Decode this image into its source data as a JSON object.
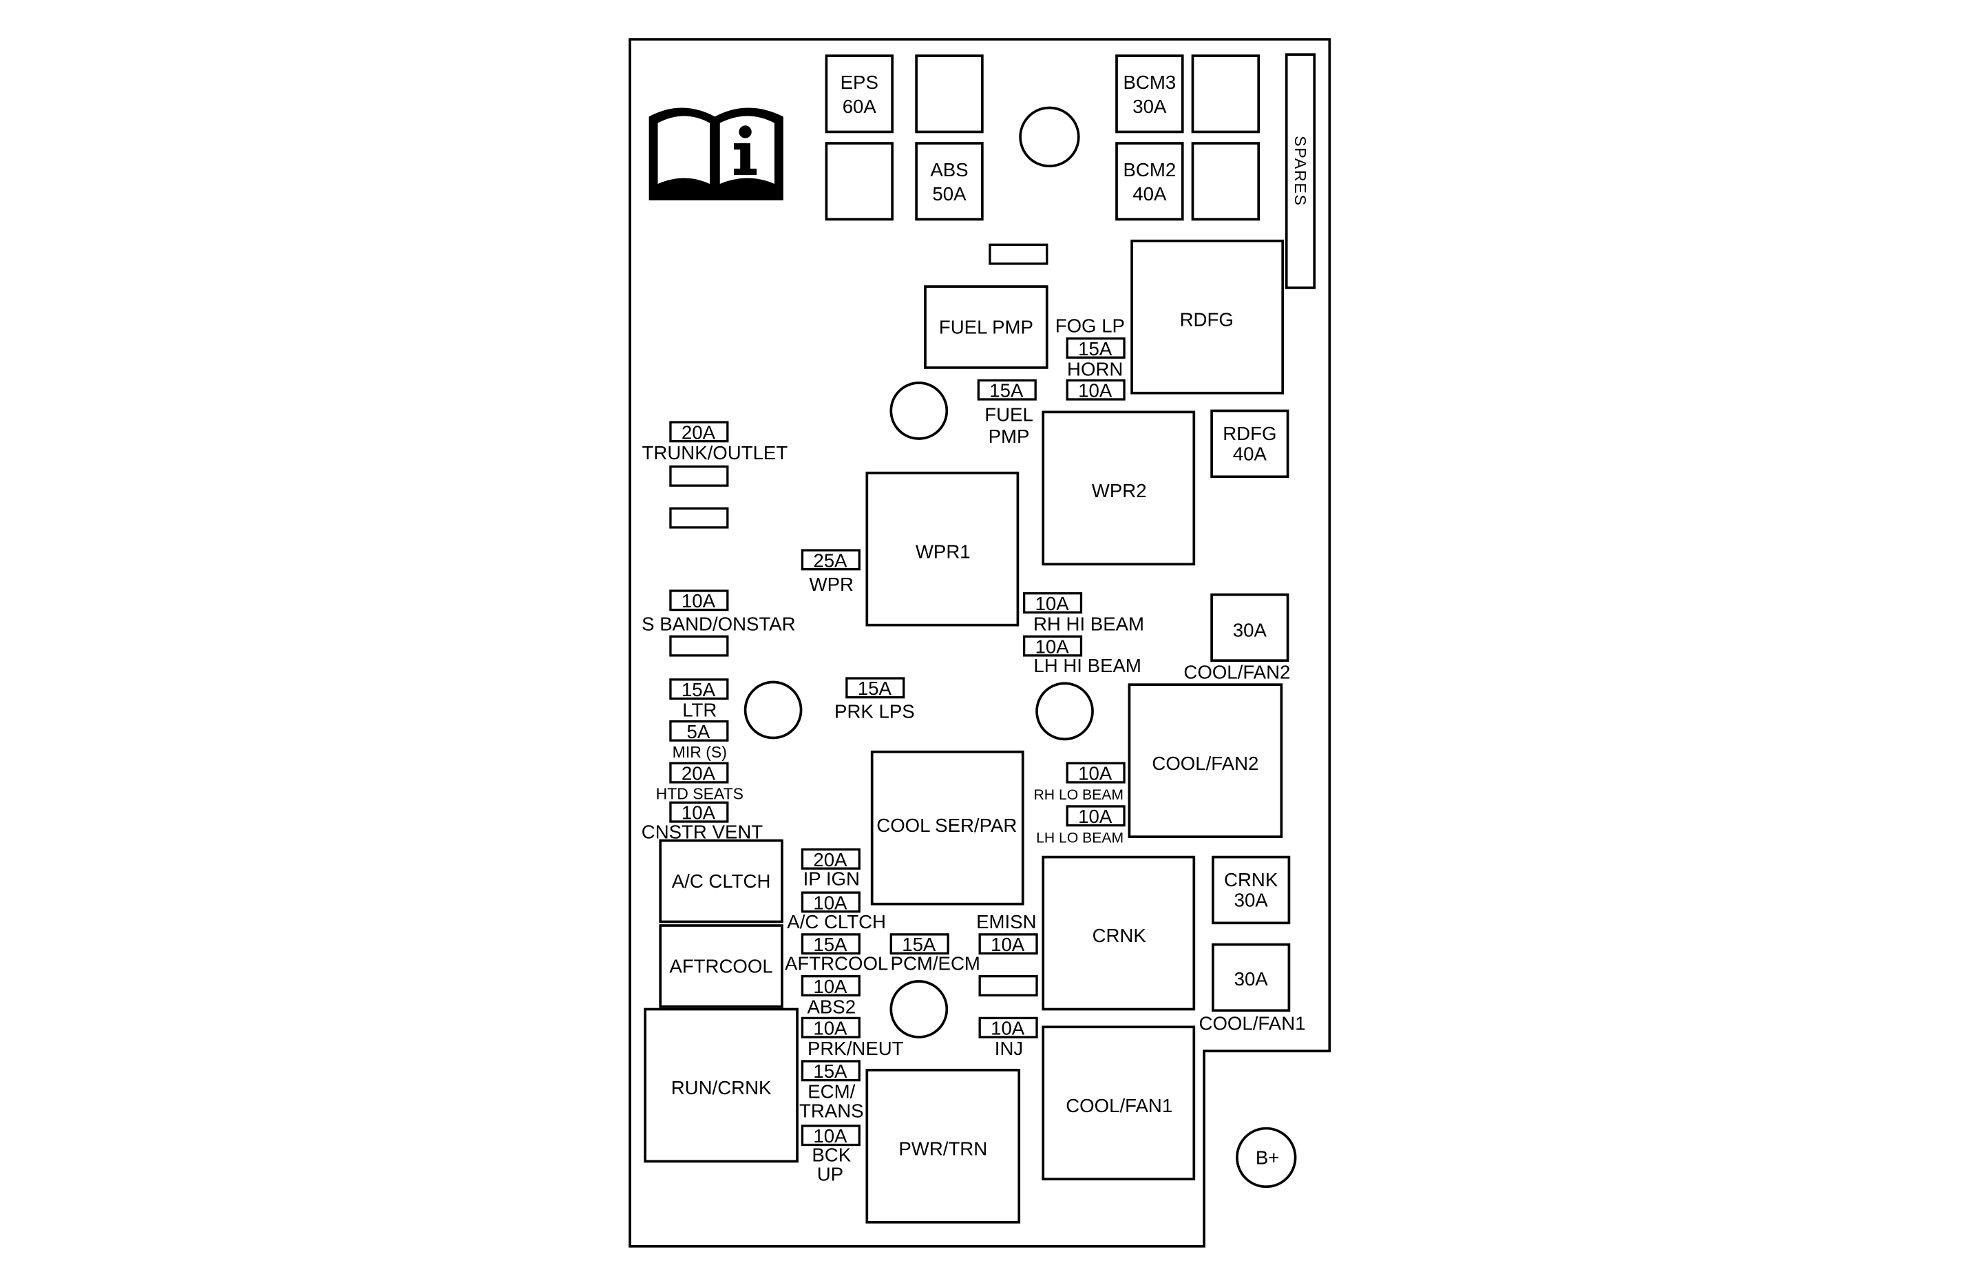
{
  "colors": {
    "line": "#000000",
    "background": "#ffffff"
  },
  "icon": "owners-manual-info-icon",
  "terminal": "B+",
  "spares": "SPARES",
  "cartridge_fuses": {
    "eps": [
      "EPS",
      "60A"
    ],
    "abs": [
      "ABS",
      "50A"
    ],
    "bcm3": [
      "BCM3",
      "30A"
    ],
    "bcm2": [
      "BCM2",
      "40A"
    ],
    "rdfg": [
      "RDFG",
      "40A"
    ],
    "coolfan2": "30A",
    "crnk": [
      "CRNK",
      "30A"
    ],
    "coolfan1": "30A"
  },
  "relays": {
    "fuel_pmp": "FUEL PMP",
    "rdfg": "RDFG",
    "wpr2": "WPR2",
    "wpr1": "WPR1",
    "cool_fan2": "COOL/FAN2",
    "cool_ser_par": "COOL SER/PAR",
    "ac_cltch": "A/C CLTCH",
    "aftrcool": "AFTRCOOL",
    "crnk": "CRNK",
    "run_crnk": "RUN/CRNK",
    "cool_fan1": "COOL/FAN1",
    "pwr_trn": "PWR/TRN"
  },
  "mini_fuses": {
    "trunk_outlet": {
      "rating": "20A",
      "label": "TRUNK/OUTLET"
    },
    "s_band": {
      "rating": "10A",
      "label": "S BAND/ONSTAR"
    },
    "ltr": {
      "rating": "15A",
      "label": "LTR"
    },
    "mir": {
      "rating": "5A",
      "label": "MIR (S)"
    },
    "htd_seats": {
      "rating": "20A",
      "label": "HTD SEATS"
    },
    "cnstr_vent": {
      "rating": "10A",
      "label": "CNSTR VENT"
    },
    "wpr": {
      "rating": "25A",
      "label": "WPR"
    },
    "prk_lps": {
      "rating": "15A",
      "label": "PRK LPS"
    },
    "fuel_pmp": {
      "rating": "15A",
      "label": [
        "FUEL",
        "PMP"
      ]
    },
    "fog_lp": {
      "rating": "15A",
      "label": "FOG LP"
    },
    "horn": {
      "rating": "10A",
      "label": "HORN"
    },
    "rh_hi_beam": {
      "rating": "10A",
      "label": "RH HI BEAM"
    },
    "lh_hi_beam": {
      "rating": "10A",
      "label": "LH HI BEAM"
    },
    "rh_lo_beam": {
      "rating": "10A",
      "label": "RH LO BEAM"
    },
    "lh_lo_beam": {
      "rating": "10A",
      "label": "LH LO BEAM"
    },
    "ip_ign": {
      "rating": "20A",
      "label": "IP IGN"
    },
    "ac_cltch": {
      "rating": "10A",
      "label": "A/C CLTCH"
    },
    "aftrcool": {
      "rating": "15A",
      "label": "AFTRCOOL"
    },
    "pcm_ecm": {
      "rating": "15A",
      "label": "PCM/ECM"
    },
    "emisn": {
      "rating": "10A",
      "label": "EMISN"
    },
    "abs2": {
      "rating": "10A",
      "label": "ABS2"
    },
    "prk_neut": {
      "rating": "10A",
      "label": "PRK/NEUT"
    },
    "inj": {
      "rating": "10A",
      "label": "INJ"
    },
    "ecm_trans": {
      "rating": "15A",
      "label": [
        "ECM/",
        "TRANS"
      ]
    },
    "bck_up": {
      "rating": "10A",
      "label": [
        "BCK",
        "UP"
      ]
    }
  }
}
